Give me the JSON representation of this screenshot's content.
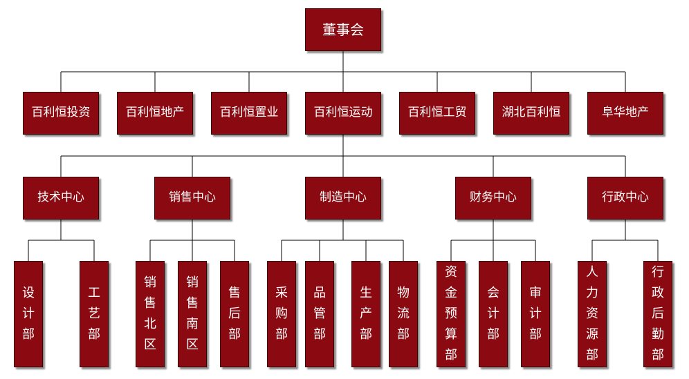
{
  "colors": {
    "box_fill": "#8b0a11",
    "box_border": "#3a0306",
    "text": "#ffffff",
    "line": "#000000"
  },
  "board": "董事会",
  "companies": [
    "百利恒投资",
    "百利恒地产",
    "百利恒置业",
    "百利恒运动",
    "百利恒工贸",
    "湖北百利恒",
    "阜华地产"
  ],
  "centers": [
    {
      "name": "技术中心",
      "departments": [
        "设\n计\n部",
        "工\n艺\n部"
      ]
    },
    {
      "name": "销售中心",
      "departments": [
        "销\n售\n北\n区",
        "销\n售\n南\n区",
        "售\n后\n部"
      ]
    },
    {
      "name": "制造中心",
      "departments": [
        "采\n购\n部",
        "品\n管\n部",
        "生\n产\n部",
        "物\n流\n部"
      ]
    },
    {
      "name": "财务中心",
      "departments": [
        "资\n金\n预\n算\n部",
        "会\n计\n部",
        "审\n计\n部"
      ]
    },
    {
      "name": "行政中心",
      "departments": [
        "人\n力\n资\n源\n部",
        "行\n政\n后\n勤\n部"
      ]
    }
  ]
}
